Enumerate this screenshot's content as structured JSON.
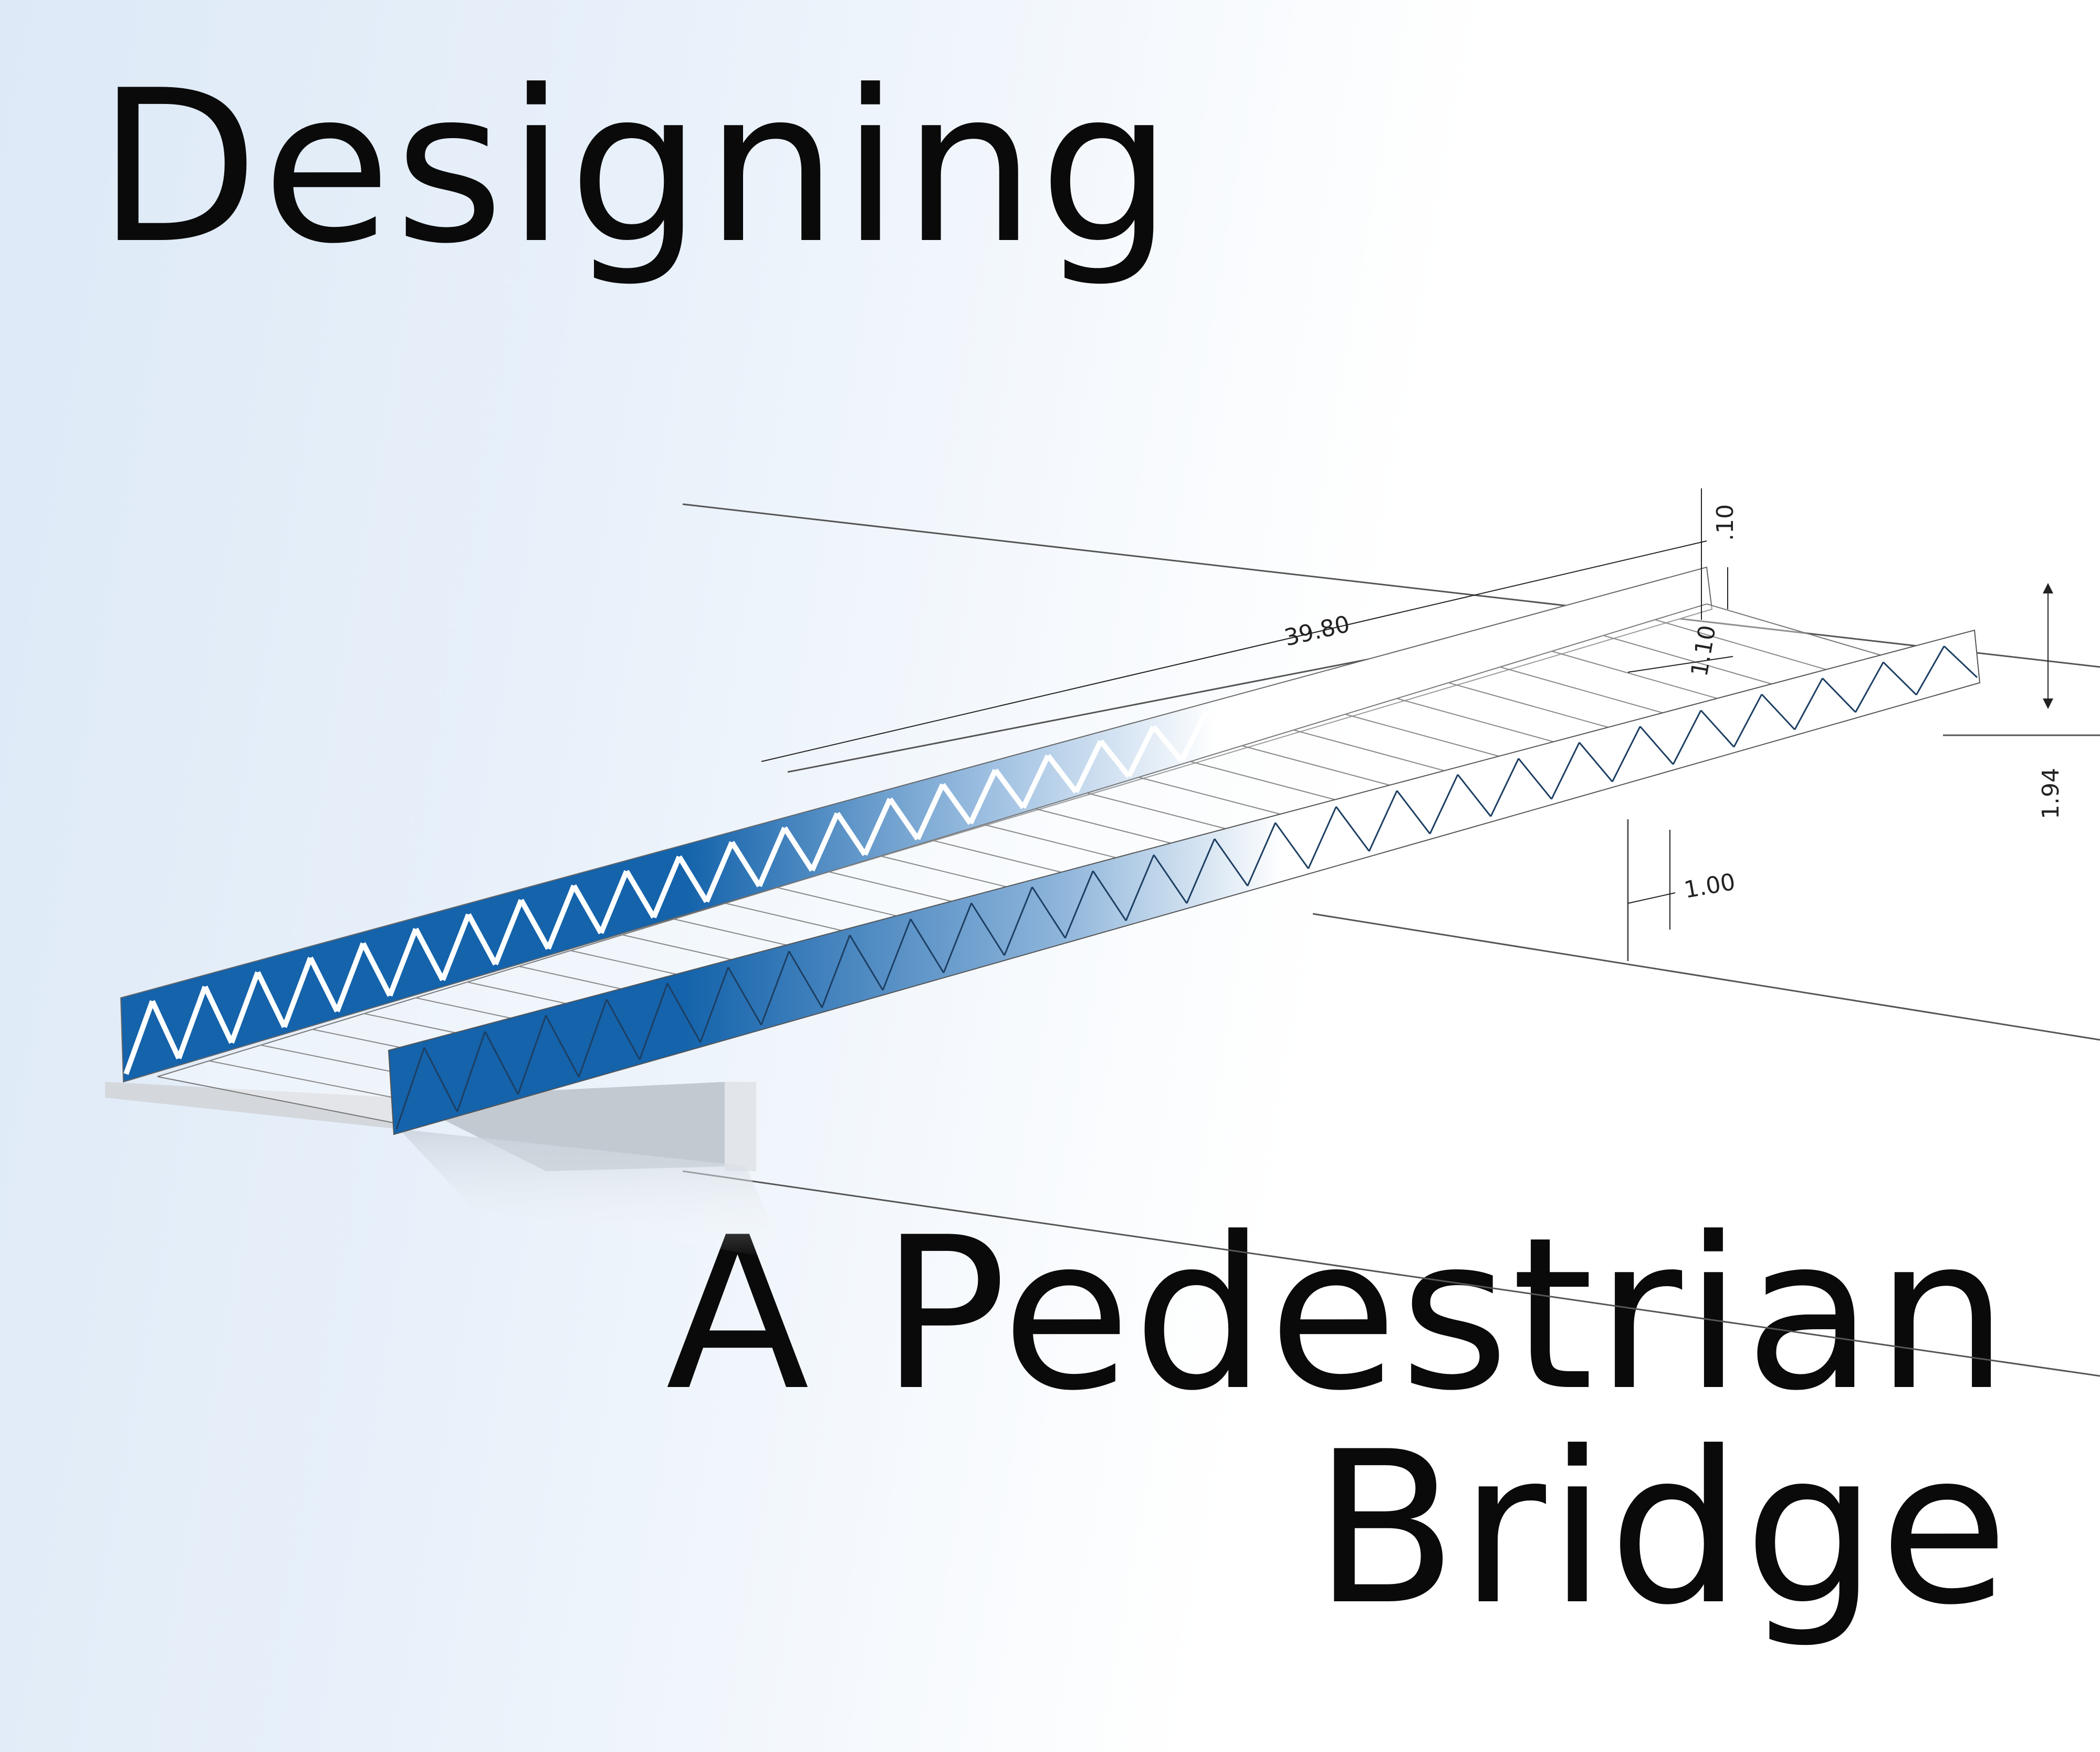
{
  "title": {
    "line1": "Designing",
    "line2": "A Pedestrian",
    "line3": "Bridge"
  },
  "dimensions": {
    "span_length": "39.80",
    "top_offset": ".10",
    "deck_offset": "1.10",
    "truss_height": "1.94",
    "panel_width": "1.00"
  },
  "colors": {
    "truss_blue": "#1463ab",
    "line_gray": "#555555",
    "text": "#0a0a0a"
  }
}
